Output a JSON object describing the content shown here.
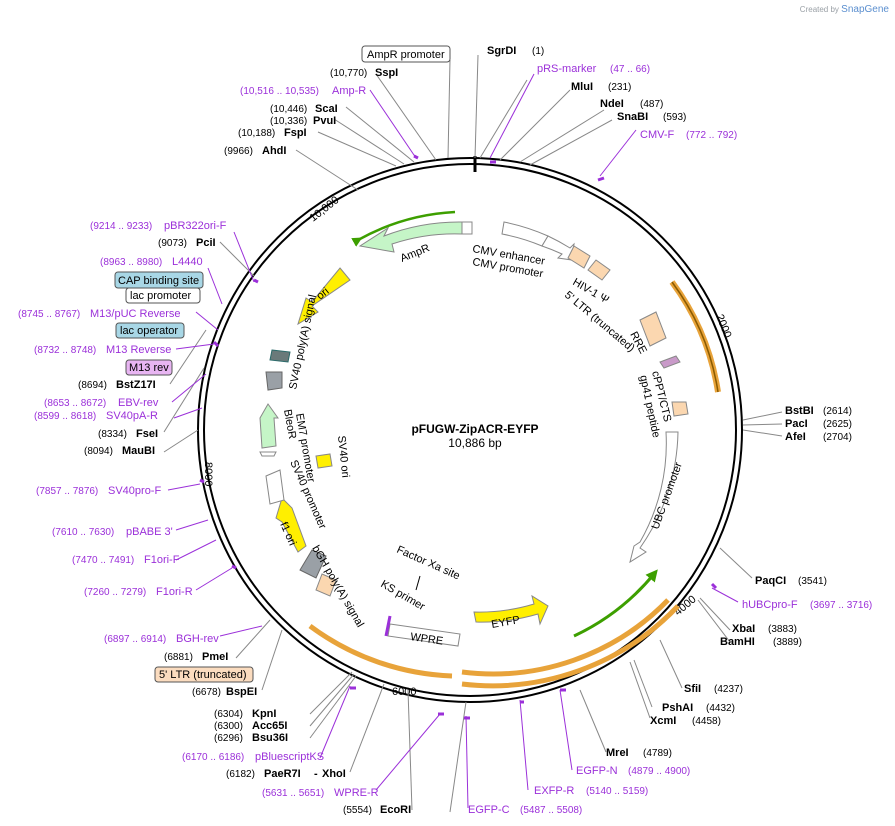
{
  "header": {
    "created_by": "Created by",
    "brand": "SnapGene"
  },
  "plasmid": {
    "name": "pFUGW-ZipACR-EYFP",
    "size": "10,886 bp"
  },
  "ticks": [
    "2000",
    "4000",
    "6000",
    "8000",
    "10,000"
  ],
  "enzymes_right": [
    {
      "name": "SgrDI",
      "pos": "(1)"
    },
    {
      "name": "MluI",
      "pos": "(231)"
    },
    {
      "name": "NdeI",
      "pos": "(487)"
    },
    {
      "name": "SnaBI",
      "pos": "(593)"
    },
    {
      "name": "BstBI",
      "pos": "(2614)"
    },
    {
      "name": "PacI",
      "pos": "(2625)"
    },
    {
      "name": "AfeI",
      "pos": "(2704)"
    },
    {
      "name": "PaqCI",
      "pos": "(3541)"
    },
    {
      "name": "XbaI",
      "pos": "(3883)"
    },
    {
      "name": "BamHI",
      "pos": "(3889)"
    },
    {
      "name": "SfiI",
      "pos": "(4237)"
    },
    {
      "name": "PshAI",
      "pos": "(4432)"
    },
    {
      "name": "XcmI",
      "pos": "(4458)"
    },
    {
      "name": "MreI",
      "pos": "(4789)"
    },
    {
      "name": "EcoRI",
      "pos": "(5554)"
    }
  ],
  "enzymes_left": [
    {
      "name": "SspI",
      "pos": "(10,770)"
    },
    {
      "name": "ScaI",
      "pos": "(10,446)"
    },
    {
      "name": "PvuI",
      "pos": "(10,336)"
    },
    {
      "name": "FspI",
      "pos": "(10,188)"
    },
    {
      "name": "AhdI",
      "pos": "(9966)"
    },
    {
      "name": "PciI",
      "pos": "(9073)"
    },
    {
      "name": "BstZ17I",
      "pos": "(8694)"
    },
    {
      "name": "FseI",
      "pos": "(8334)"
    },
    {
      "name": "MauBI",
      "pos": "(8094)"
    },
    {
      "name": "PmeI",
      "pos": "(6881)"
    },
    {
      "name": "BspEI",
      "pos": "(6678)"
    },
    {
      "name": "KpnI",
      "pos": "(6304)"
    },
    {
      "name": "Acc65I",
      "pos": "(6300)"
    },
    {
      "name": "Bsu36I",
      "pos": "(6296)"
    },
    {
      "name": "PaeR7I",
      "pos": "(6182)"
    },
    {
      "name": "XhoI",
      "pos": ""
    }
  ],
  "primers_right": [
    {
      "name": "pRS-marker",
      "pos": "(47 .. 66)"
    },
    {
      "name": "CMV-F",
      "pos": "(772 .. 792)"
    },
    {
      "name": "hUBCpro-F",
      "pos": "(3697 .. 3716)"
    },
    {
      "name": "EGFP-N",
      "pos": "(4879 .. 4900)"
    },
    {
      "name": "EXFP-R",
      "pos": "(5140 .. 5159)"
    },
    {
      "name": "EGFP-C",
      "pos": "(5487 .. 5508)"
    }
  ],
  "primers_left": [
    {
      "name": "Amp-R",
      "pos": "(10,516 .. 10,535)"
    },
    {
      "name": "pBR322ori-F",
      "pos": "(9214 .. 9233)"
    },
    {
      "name": "L4440",
      "pos": "(8963 .. 8980)"
    },
    {
      "name": "M13/pUC Reverse",
      "pos": "(8745 .. 8767)"
    },
    {
      "name": "M13 Reverse",
      "pos": "(8732 .. 8748)"
    },
    {
      "name": "EBV-rev",
      "pos": "(8653 .. 8672)"
    },
    {
      "name": "SV40pA-R",
      "pos": "(8599 .. 8618)"
    },
    {
      "name": "SV40pro-F",
      "pos": "(7857 .. 7876)"
    },
    {
      "name": "pBABE 3'",
      "pos": "(7610 .. 7630)"
    },
    {
      "name": "F1ori-F",
      "pos": "(7470 .. 7491)"
    },
    {
      "name": "F1ori-R",
      "pos": "(7260 .. 7279)"
    },
    {
      "name": "BGH-rev",
      "pos": "(6897 .. 6914)"
    },
    {
      "name": "pBluescriptKS",
      "pos": "(6170 .. 6186)"
    },
    {
      "name": "WPRE-R",
      "pos": "(5631 .. 5651)"
    }
  ],
  "boxed": {
    "ampr_promoter": "AmpR promoter",
    "cap_binding": "CAP binding site",
    "lac_promoter": "lac promoter",
    "lac_operator": "lac operator",
    "m13_rev": "M13 rev",
    "ltr5": "5' LTR (truncated)"
  },
  "features": {
    "ampr": "AmpR",
    "ori": "ori",
    "cmv_enhancer": "CMV enhancer",
    "cmv_promoter": "CMV promoter",
    "hiv_psi": "HIV-1 Ψ",
    "ltr_trunc": "5' LTR (truncated)",
    "rre": "RRE",
    "cppt": "cPPT/CTS",
    "gp41": "gp41 peptide",
    "ubc": "UBC promoter",
    "eyfp": "EYFP",
    "wpre": "WPRE",
    "factor_xa": "Factor Xa site",
    "ks_primer": "KS primer",
    "bgh": "bGH poly(A) signal",
    "f1ori": "f1 ori",
    "sv40_promoter": "SV40 promoter",
    "em7": "EM7 promoter",
    "bleor": "BleoR",
    "sv40_ori": "SV40 ori",
    "sv40_polya": "SV40 poly(A) signal"
  },
  "colors": {
    "ampr": "#c5f5c7",
    "ori": "#ffef00",
    "orange": "#fbd7b0",
    "primer": "#9b30d9",
    "orf_green": "#3d9f00",
    "orf_orange": "#e8a33a",
    "cap_box": "#a8d7e6",
    "m13_box": "#e8b5f2",
    "ltr_box": "#fbdcbf"
  }
}
